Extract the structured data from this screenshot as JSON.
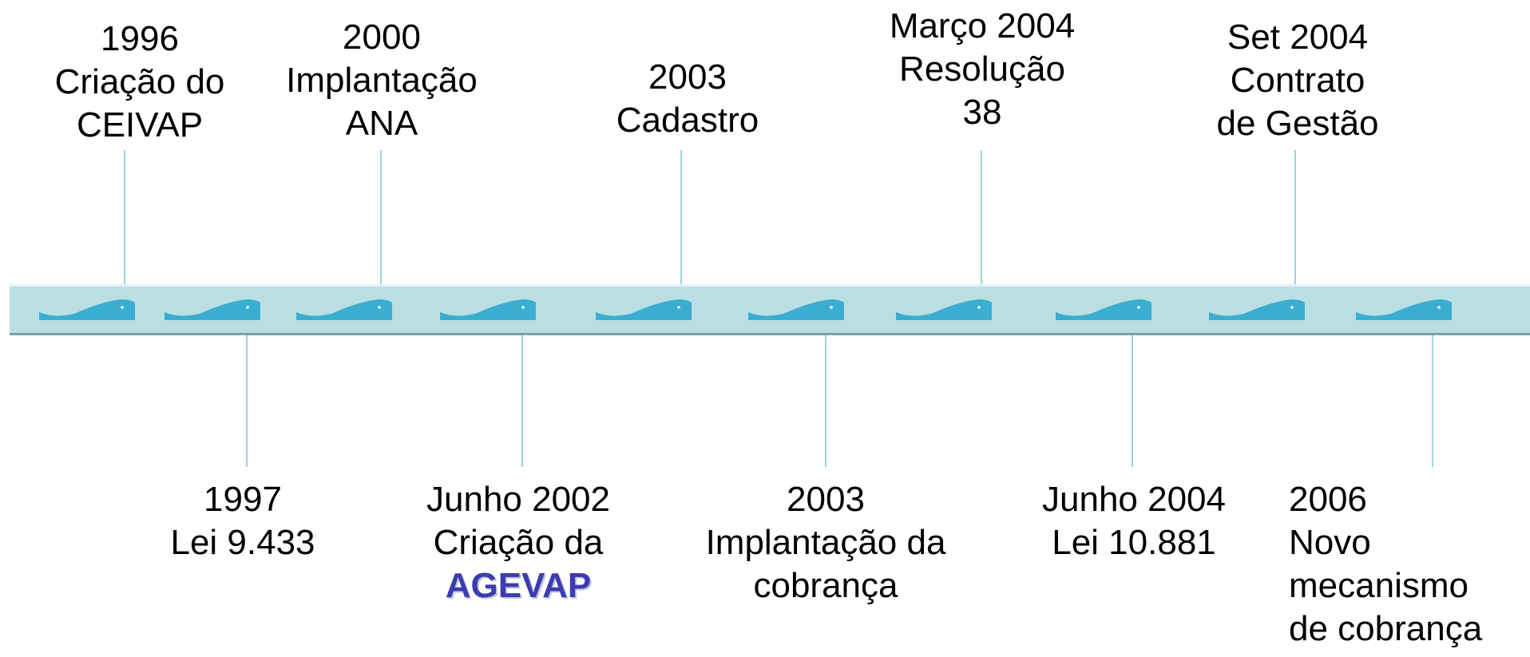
{
  "timeline": {
    "band_color": "#b9dfe3",
    "wave_color": "#3aaed1",
    "connector_color": "#9fd3db",
    "wave_icon": "wave-icon",
    "events_above": [
      {
        "lines": [
          "1996",
          "Criação do",
          "CEIVAP"
        ]
      },
      {
        "lines": [
          "2000",
          "Implantação",
          "ANA"
        ]
      },
      {
        "lines": [
          "2003",
          "Cadastro"
        ]
      },
      {
        "lines": [
          "Março 2004",
          "Resolução",
          "38"
        ]
      },
      {
        "lines": [
          "Set 2004",
          "Contrato",
          "de Gestão"
        ]
      }
    ],
    "events_below": [
      {
        "lines": [
          "1997",
          "Lei 9.433"
        ]
      },
      {
        "lines": [
          "Junho 2002",
          "Criação da",
          "AGEVAP"
        ]
      },
      {
        "lines": [
          "2003",
          "Implantação da",
          "cobrança"
        ]
      },
      {
        "lines": [
          "Junho 2004",
          "Lei 10.881"
        ]
      },
      {
        "lines": [
          "2006",
          "Novo",
          "mecanismo",
          "de cobrança"
        ]
      }
    ],
    "emphasis_color": "#3c3cb0"
  }
}
